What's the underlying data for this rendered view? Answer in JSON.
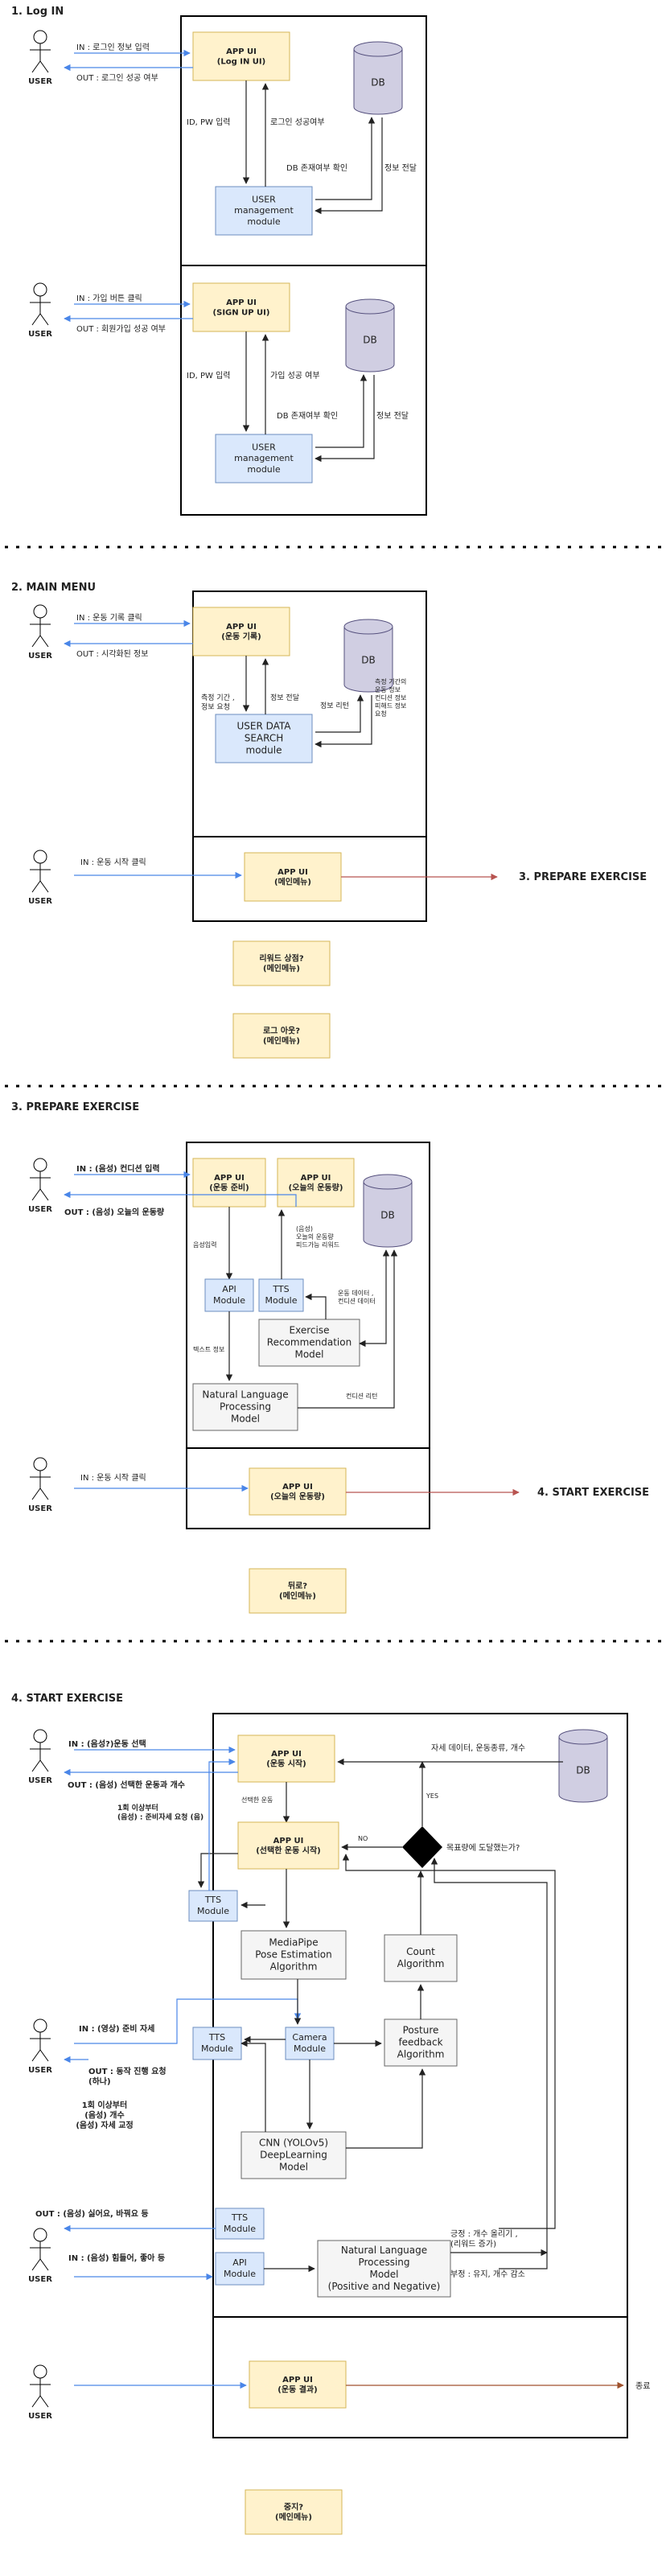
{
  "colors": {
    "app_fill": "#fff2cc",
    "app_stroke": "#d6b656",
    "mod_fill": "#dae8fc",
    "mod_stroke": "#6c8ebf",
    "grey_fill": "#f5f5f5",
    "grey_stroke": "#666666",
    "db_fill": "#d0cee2",
    "db_stroke": "#56517e",
    "blue_arrow": "#4a86e8",
    "red_arrow": "#b85450",
    "brown_arrow": "#a0522d"
  },
  "common": {
    "user": "USER",
    "db": "DB"
  },
  "sections": {
    "login": {
      "title": "1. Log IN"
    },
    "main": {
      "title": "2. MAIN MENU"
    },
    "prepare": {
      "title": "3. PREPARE EXERCISE"
    },
    "start": {
      "title": "4. START EXERCISE"
    }
  },
  "login": {
    "app1": [
      "APP UI",
      "(Log IN UI)"
    ],
    "in1": "IN : 로그인 정보 입력",
    "out1": "OUT : 로그인 성공 여부",
    "idpw1": "ID, PW 입력",
    "success1": "로그인 성공여부",
    "dbcheck1": "DB 존재여부 확인",
    "info1": "정보 전달",
    "module1": [
      "USER",
      "management",
      "module"
    ],
    "app2": [
      "APP UI",
      "(SIGN UP UI)"
    ],
    "in2": "IN : 가입 버튼 클릭",
    "out2": "OUT : 회원가입 성공 여부",
    "idpw2": "ID, PW 입력",
    "success2": "가입 성공 여부",
    "dbcheck2": "DB 존재여부 확인",
    "info2": "정보 전달",
    "module2": [
      "USER",
      "management",
      "module"
    ]
  },
  "main": {
    "app1": [
      "APP UI",
      "(운동 기록)"
    ],
    "in1": "IN : 운동 기록 클릭",
    "out1": "OUT : 시각화된 정보",
    "req": [
      "측정 기간 ,",
      "정보 요청"
    ],
    "deliver": "정보 전달",
    "ret": "정보 리턴",
    "dbinfo": [
      "측정 기간의",
      "운동 정보",
      "컨디션 정보",
      "피해드 정보",
      "요청"
    ],
    "module": [
      "USER DATA",
      "SEARCH",
      "module"
    ],
    "in2": "IN : 운동 시작 클릭",
    "app2": [
      "APP UI",
      "(메인메뉴)"
    ],
    "next": "3.  PREPARE EXERCISE",
    "reward": [
      "리워드 상점?",
      "(메인메뉴)"
    ],
    "logout": [
      "로그 아웃?",
      "(메인메뉴)"
    ]
  },
  "prepare": {
    "in1": "IN : (음성) 컨디션 입력",
    "out1": "OUT : (음성) 오늘의 운동량",
    "app1": [
      "APP UI",
      "(운동 준비)"
    ],
    "app2": [
      "APP UI",
      "(오늘의 운동량)"
    ],
    "voice_in": "음성입력",
    "mid": [
      "(음성)",
      "오늘의 운동량",
      "피드가능 리워드"
    ],
    "api": [
      "API",
      "Module"
    ],
    "tts": [
      "TTS",
      "Module"
    ],
    "text_info": "텍스트 정보",
    "ex_data": [
      "운동 데이터 ,",
      "컨디션 데이터"
    ],
    "rec": [
      "Exercise",
      "Recommendation",
      "Model"
    ],
    "nlp": [
      "Natural Language",
      "Processing",
      "Model"
    ],
    "cond_ret": "컨디션 리턴",
    "in2": "IN : 운동 시작 클릭",
    "app3": [
      "APP UI",
      "(오늘의 운동량)"
    ],
    "next": "4.  START EXERCISE",
    "back": [
      "뒤로?",
      "(메인메뉴)"
    ]
  },
  "start": {
    "in1": "IN : (음성?)운동 선택",
    "out1": "OUT : (음성) 선택한 운동과 개수",
    "out1b": [
      "1회 이상부터",
      "(음성) : 준비자세 요청 (음)"
    ],
    "app1": [
      "APP UI",
      "(운동 시작)"
    ],
    "select": "선택한 운동",
    "dbinfo": "자세 데이터, 운동종류, 개수",
    "yes": "YES",
    "no": "NO",
    "decision": "목표량에 도달했는가?",
    "app2": [
      "APP UI",
      "(선택한 운동 시작)"
    ],
    "tts1": [
      "TTS",
      "Module"
    ],
    "mediapipe": [
      "MediaPipe",
      "Pose Estimation",
      "Algorithm"
    ],
    "count": [
      "Count",
      "Algorithm"
    ],
    "in2": "IN : (영상) 준비 자세",
    "out2": [
      "OUT : 동작 진행 요청",
      "(하나)"
    ],
    "out2b": [
      "1회 이상부터",
      "(음성) 개수",
      "(음성) 자세 교정"
    ],
    "tts2": [
      "TTS",
      "Module"
    ],
    "camera": [
      "Camera",
      "Module"
    ],
    "posture": [
      "Posture",
      "feedback",
      "Algorithm"
    ],
    "cnn": [
      "CNN (YOLOv5)",
      "DeepLearning",
      "Model"
    ],
    "pos": [
      "긍정 : 개수 올리기 ,",
      "(리워드 증가)"
    ],
    "neg": "부정 : 유지, 개수 감소",
    "out3": "OUT : (음성) 싫어요, 바꿔요 등",
    "tts3": [
      "TTS",
      "Module"
    ],
    "in3": "IN : (음성) 힘들어, 좋아 등",
    "api": [
      "API",
      "Module"
    ],
    "nlp": [
      "Natural Language",
      "Processing",
      "Model",
      "(Positive and Negative)"
    ],
    "app3": [
      "APP UI",
      "(운동 결과)"
    ],
    "end": "종료",
    "stop": [
      "중지?",
      "(메인메뉴)"
    ]
  }
}
